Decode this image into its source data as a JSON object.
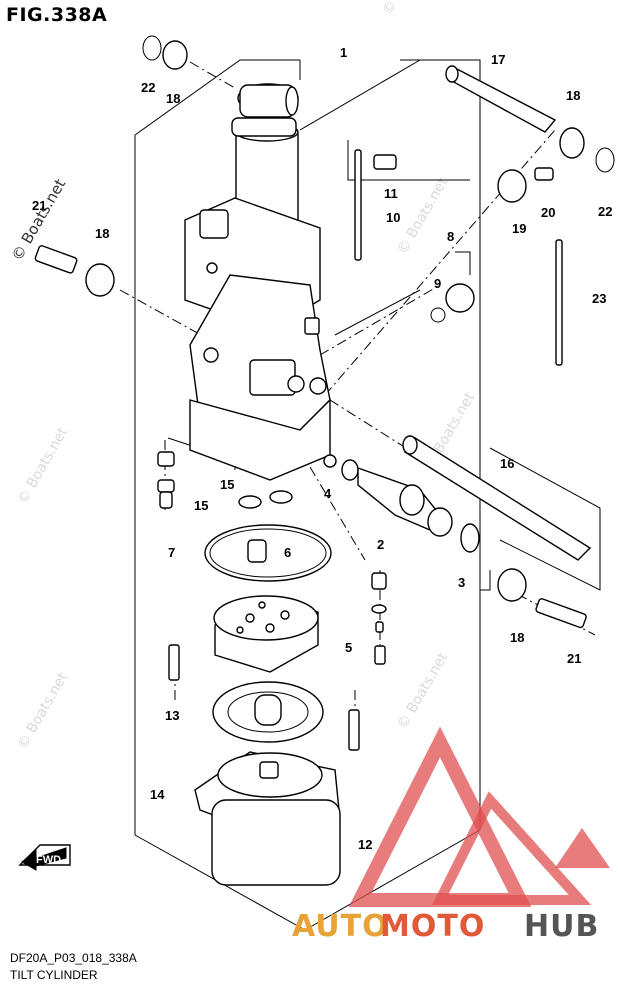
{
  "figure": {
    "title": "FIG.338A",
    "code": "DF20A_P03_018_338A",
    "name": "TILT CYLINDER"
  },
  "watermark": {
    "text": "© Boats.net"
  },
  "brand": {
    "part1": "AUTO",
    "part2": "MOTO",
    "part3": "HUB",
    "color_auto": "#e8a23a",
    "color_moto": "#e05a3a",
    "color_hub": "#555555",
    "logo_color": "#e05050"
  },
  "fwd_label": "FWD",
  "callouts": [
    "1",
    "2",
    "3",
    "4",
    "5",
    "6",
    "7",
    "8",
    "9",
    "10",
    "11",
    "12",
    "13",
    "14",
    "15",
    "15",
    "16",
    "17",
    "18",
    "18",
    "18",
    "19",
    "20",
    "21",
    "21",
    "22",
    "22",
    "23"
  ]
}
